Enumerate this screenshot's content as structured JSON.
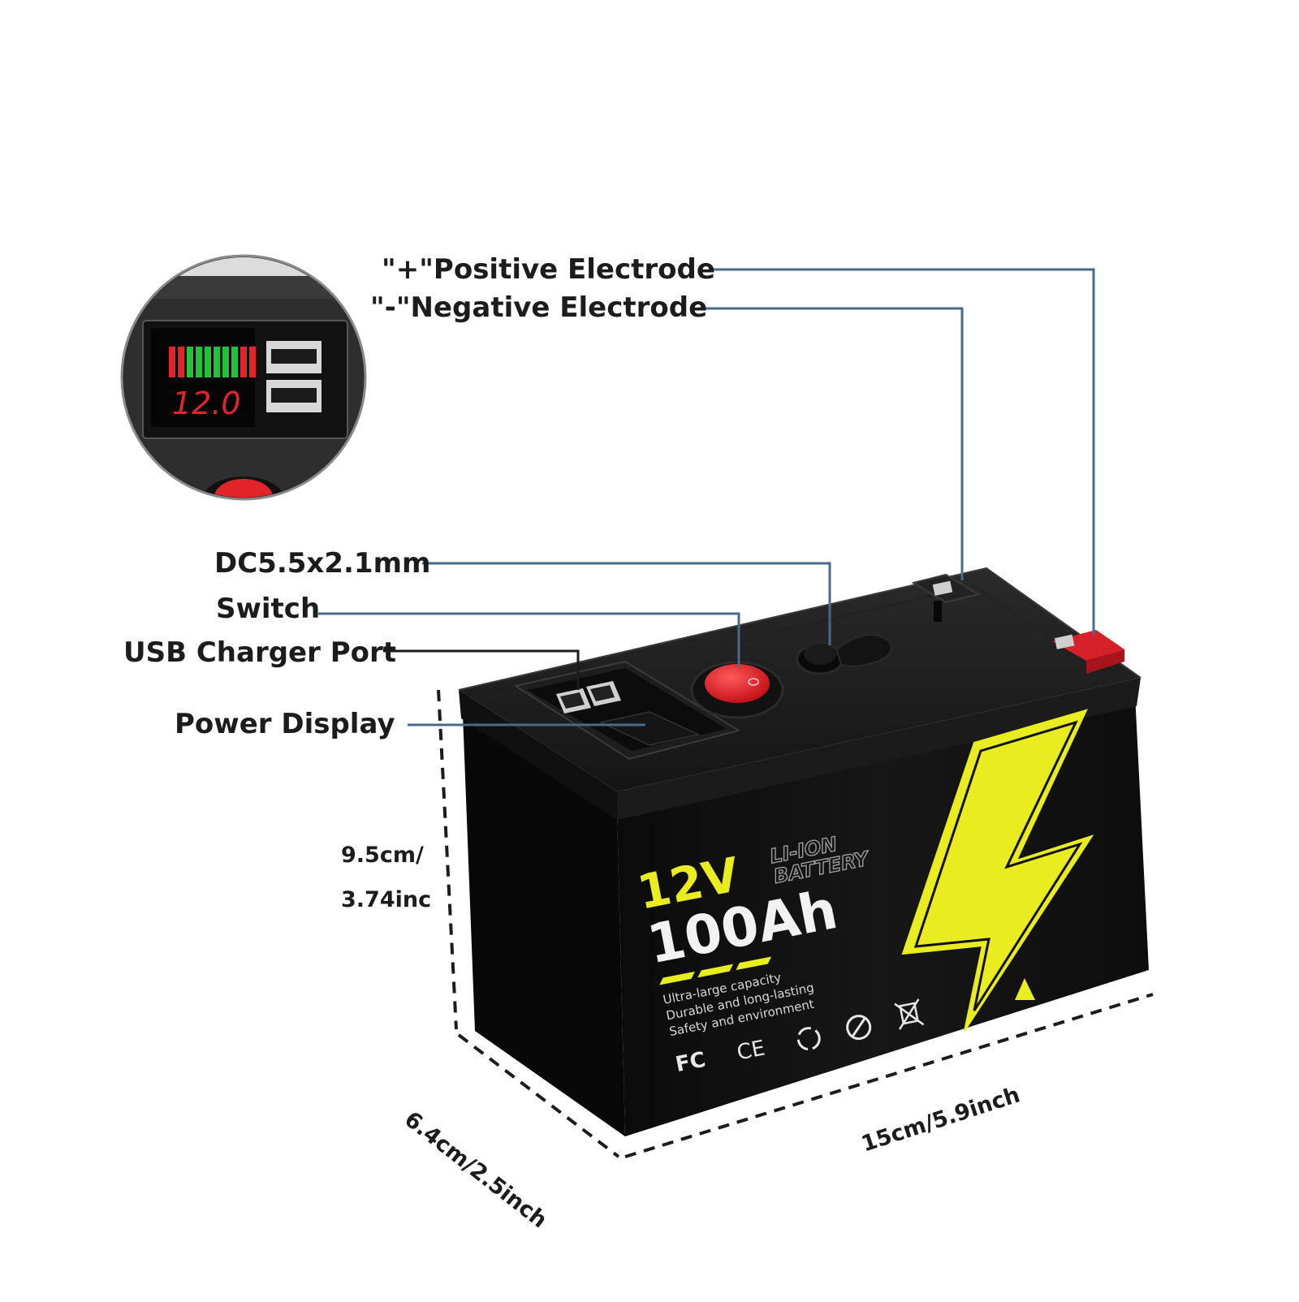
{
  "callouts": {
    "positive": "\"+\"Positive Electrode",
    "negative": "\"-\"Negative Electrode",
    "dc_port": "DC5.5x2.1mm",
    "switch": "Switch",
    "usb_port": "USB Charger Port",
    "power_display": "Power Display"
  },
  "dimensions": {
    "height_line1": "9.5cm/",
    "height_line2": "3.74inc",
    "depth": "6.4cm/2.5inch",
    "length": "15cm/5.9inch"
  },
  "label": {
    "voltage": "12V",
    "capacity": "100Ah",
    "type_line1": "LI-ION",
    "type_line2": "BATTERY",
    "feature1": "Ultra-large capacity",
    "feature2": "Durable and long-lasting",
    "feature3": "Safety and environment",
    "fc_mark": "FC",
    "ce_mark": "CE"
  },
  "display_inset": {
    "voltage_readout": "12.0"
  },
  "colors": {
    "leader_line": "#4a6a8a",
    "battery_body": "#121212",
    "accent_yellow": "#e9ec1f",
    "terminal_red": "#d6202a",
    "led_green": "#22c23a",
    "led_red": "#e0242a"
  }
}
